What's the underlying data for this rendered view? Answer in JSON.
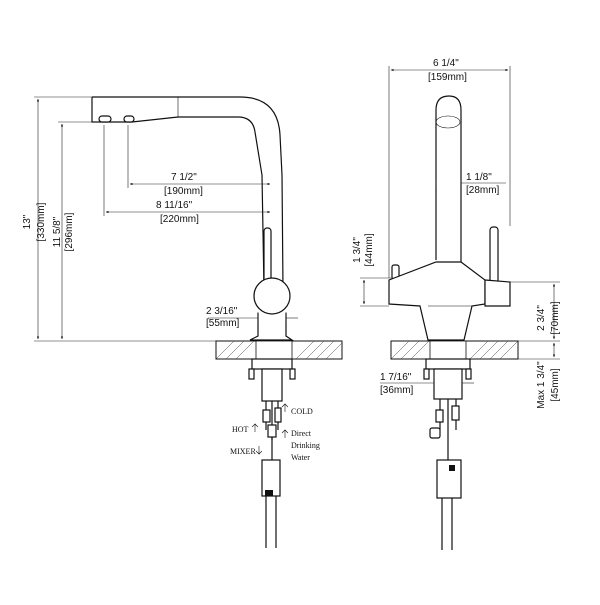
{
  "side_view": {
    "height_total": {
      "inch": "13\"",
      "mm": "[330mm]"
    },
    "height_spout": {
      "inch": "11 5/8\"",
      "mm": "[296mm]"
    },
    "reach_1": {
      "inch": "7 1/2\"",
      "mm": "[190mm]"
    },
    "reach_2": {
      "inch": "8 11/16\"",
      "mm": "[220mm]"
    },
    "base_dia": {
      "inch": "2 3/16\"",
      "mm": "[55mm]"
    },
    "labels": {
      "cold": "COLD",
      "hot": "HOT",
      "direct": "Direct",
      "drinking": "Drinking",
      "water": "Water",
      "mixer": "MIXER"
    }
  },
  "front_view": {
    "width_total": {
      "inch": "6 1/4\"",
      "mm": "[159mm]"
    },
    "spout_dia": {
      "inch": "1 1/8\"",
      "mm": "[28mm]"
    },
    "handle_h": {
      "inch": "1 3/4\"",
      "mm": "[44mm]"
    },
    "body_h": {
      "inch": "2 3/4\"",
      "mm": "[70mm]"
    },
    "shank_dia": {
      "inch": "1 7/16\"",
      "mm": "[36mm]"
    },
    "deck_max": {
      "inch": "Max 1 3/4\"",
      "mm": "[45mm]"
    }
  }
}
